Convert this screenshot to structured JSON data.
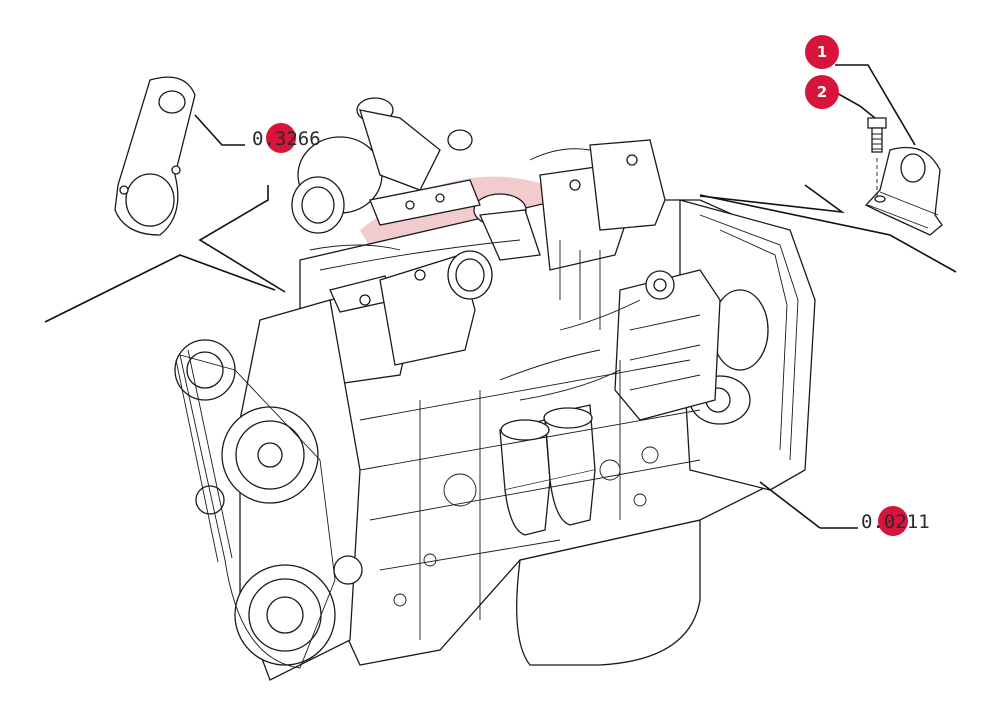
{
  "diagram": {
    "references": {
      "top_left": "0.3266",
      "bottom_right": "0.0211"
    },
    "callouts": [
      {
        "number": "1",
        "part": "bracket"
      },
      {
        "number": "2",
        "part": "bolt"
      }
    ],
    "colors": {
      "callout": "#d8143a",
      "line": "#111111",
      "watermark": "#e8a0a8"
    }
  }
}
